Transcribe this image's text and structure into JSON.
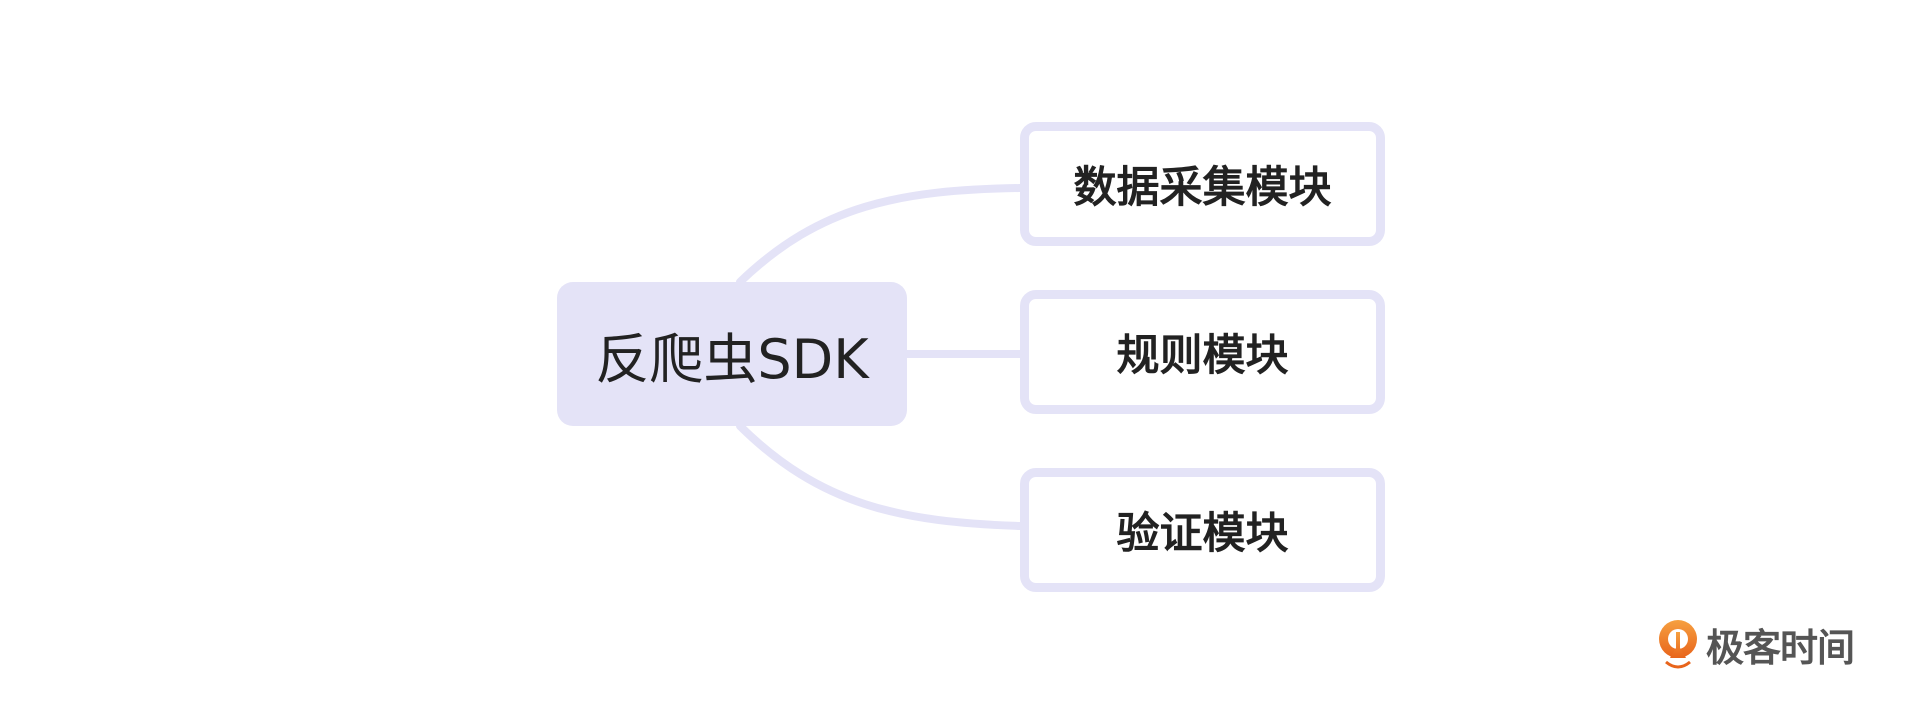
{
  "diagram": {
    "type": "mindmap",
    "root": {
      "label": "反爬虫SDK"
    },
    "children": [
      {
        "label": "数据采集模块"
      },
      {
        "label": "规则模块"
      },
      {
        "label": "验证模块"
      }
    ],
    "colors": {
      "node_fill": "#e4e3f7",
      "connector": "#e4e3f7",
      "text": "#222222"
    }
  },
  "brand": {
    "name": "极客时间",
    "logo_color": "#f07b22"
  }
}
